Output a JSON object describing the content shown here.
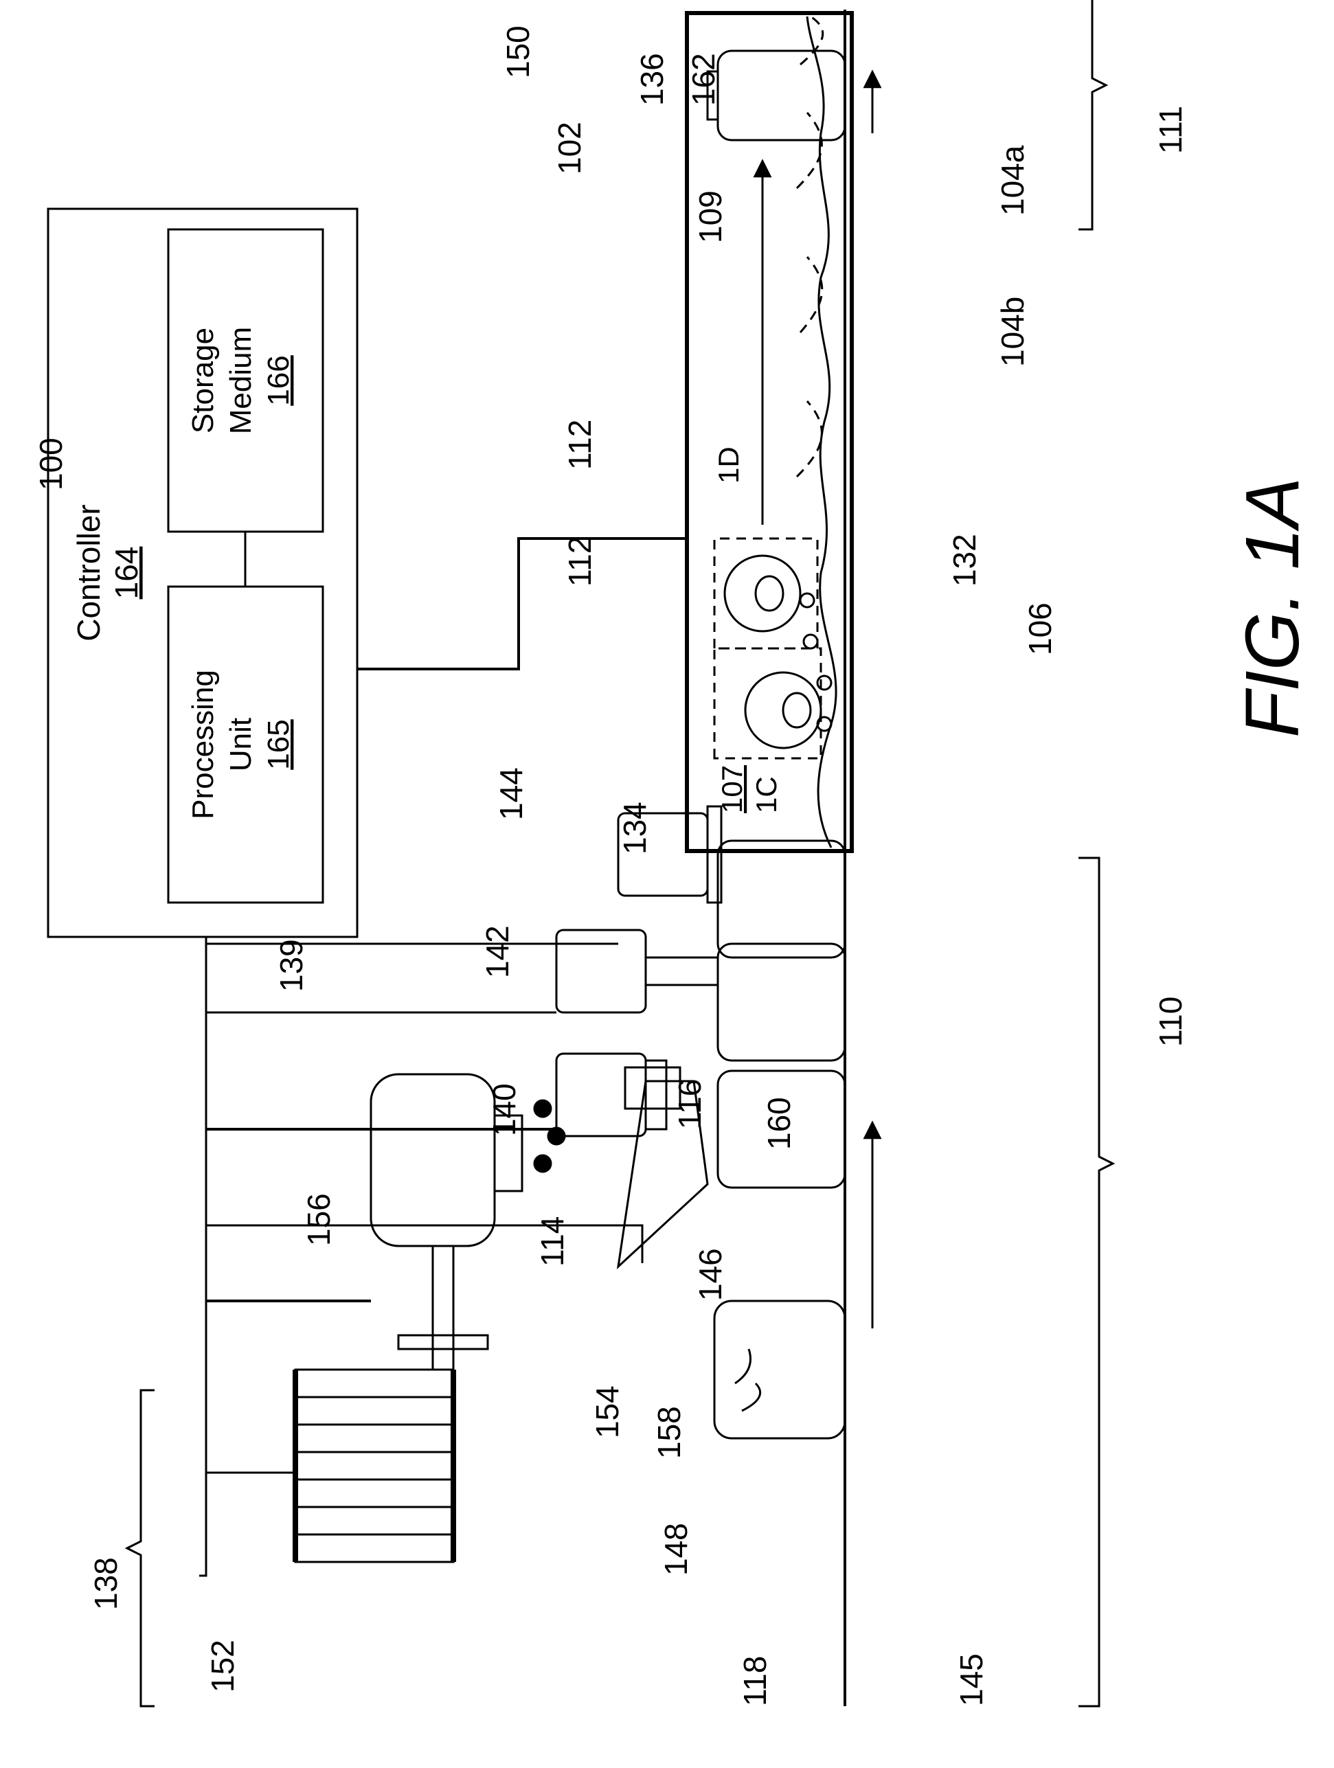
{
  "figure_caption": "FIG. 1A",
  "blocks": {
    "controller": {
      "label": "Controller",
      "ref": "164"
    },
    "processing_unit": {
      "line1": "Processing",
      "line2": "Unit",
      "ref": "165"
    },
    "storage_medium": {
      "line1": "Storage",
      "line2": "Medium",
      "ref": "166"
    }
  },
  "zone_markers": {
    "z107": "107",
    "z1C": "1C",
    "z1D": "1D"
  },
  "reference_numerals": {
    "r100": "100",
    "r102": "102",
    "r104a": "104a",
    "r104b": "104b",
    "r106": "106",
    "r109": "109",
    "r110": "110",
    "r111": "111",
    "r112a": "112",
    "r112b": "112",
    "r114": "114",
    "r116": "116",
    "r118": "118",
    "r132": "132",
    "r134": "134",
    "r136": "136",
    "r138": "138",
    "r139": "139",
    "r140": "140",
    "r142": "142",
    "r144": "144",
    "r145": "145",
    "r146": "146",
    "r148": "148",
    "r150": "150",
    "r152": "152",
    "r154": "154",
    "r156": "156",
    "r158": "158",
    "r160": "160",
    "r162": "162"
  }
}
